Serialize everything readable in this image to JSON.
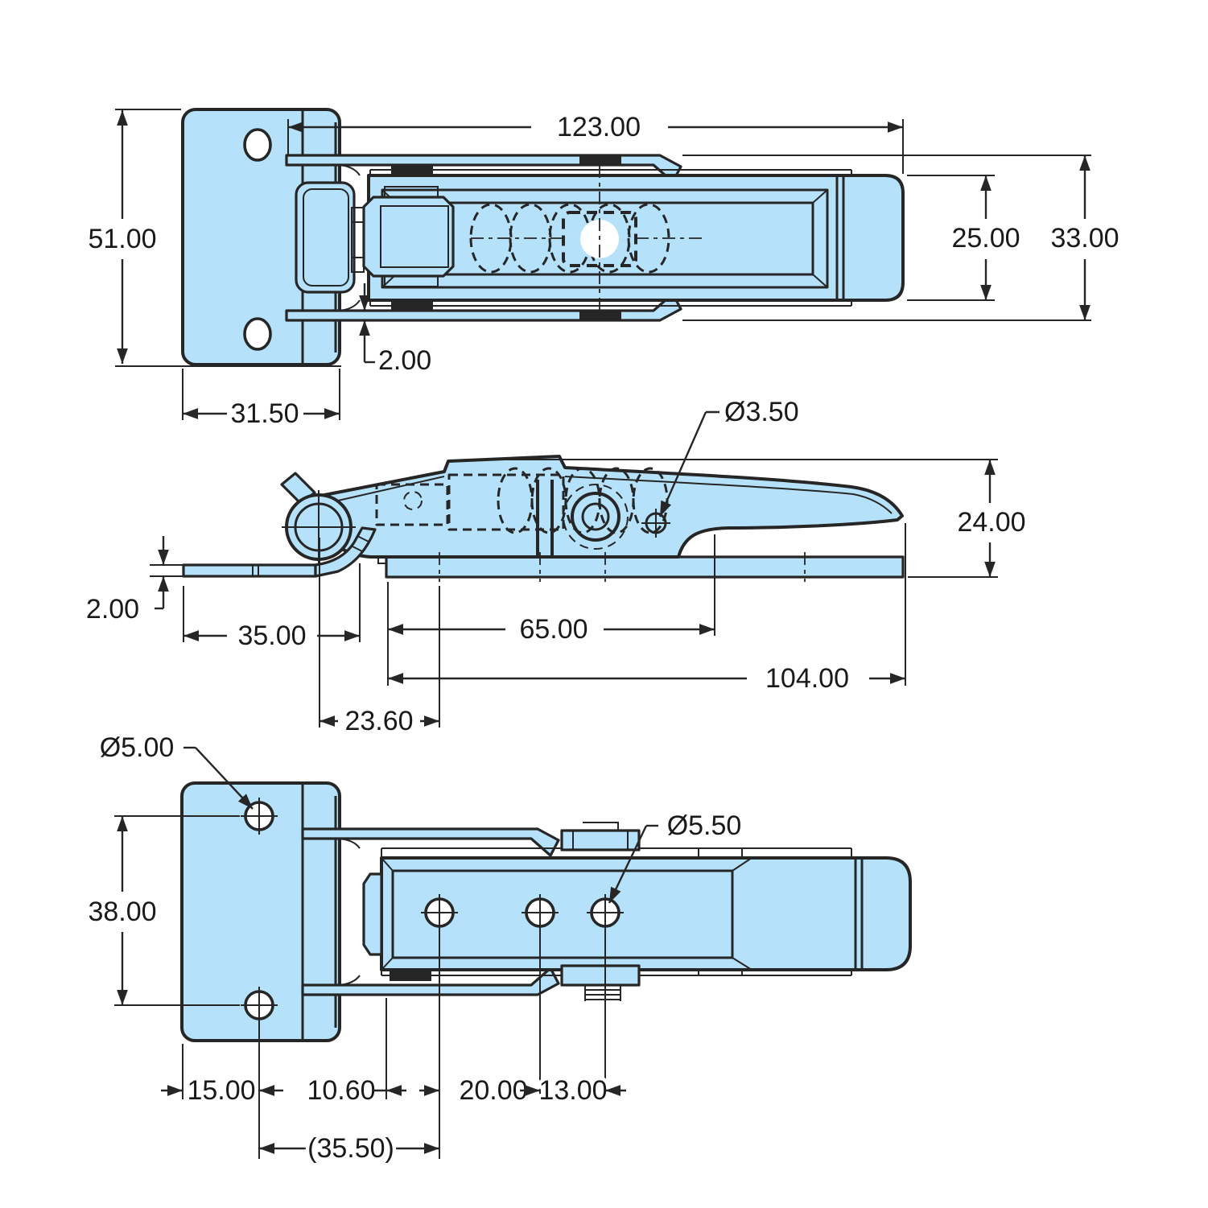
{
  "colors": {
    "background": "#ffffff",
    "part_fill": "#b5e2fa",
    "line": "#262626"
  },
  "views": {
    "top": {
      "dims": {
        "overall_length": "123.00",
        "bracket_height": "51.00",
        "body_width": "25.00",
        "overall_width": "33.00",
        "strap_thickness": "2.00",
        "bracket_width": "31.50"
      }
    },
    "side": {
      "dims": {
        "rivet_hole_dia": "Ø3.50",
        "overall_height": "24.00",
        "keeper_thickness": "2.00",
        "keeper_length": "35.00",
        "spring_center_length": "65.00",
        "base_length": "104.00",
        "hinge_to_hole": "23.60"
      }
    },
    "bottom": {
      "dims": {
        "bracket_hole_dia": "Ø5.00",
        "body_hole_dia": "Ø5.50",
        "bracket_hole_spacing": "38.00",
        "edge_to_hole": "15.00",
        "body_edge_to_hole": "10.60",
        "hole_pitch_1": "20.00",
        "hole_pitch_2": "13.00",
        "bracket_to_body_hole": "(35.50)"
      }
    }
  }
}
